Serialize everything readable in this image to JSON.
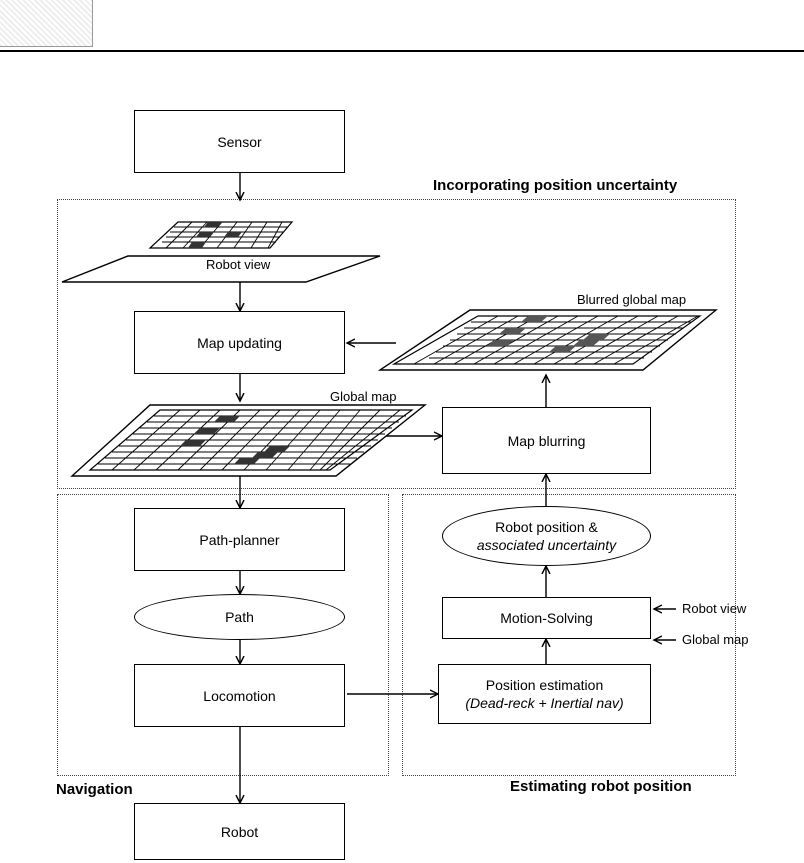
{
  "regions": {
    "uncertainty_title": "Incorporating position uncertainty",
    "navigation_title": "Navigation",
    "estimation_title": "Estimating robot position"
  },
  "boxes": {
    "sensor": "Sensor",
    "map_updating": "Map updating",
    "map_blurring": "Map blurring",
    "path_planner": "Path-planner",
    "path": "Path",
    "locomotion": "Locomotion",
    "robot": "Robot",
    "robot_position_line1": "Robot position &",
    "robot_position_line2": "associated uncertainty",
    "motion_solving": "Motion-Solving",
    "position_estimation_line1": "Position estimation",
    "position_estimation_line2": "(Dead-reck + Inertial nav)"
  },
  "labels": {
    "robot_view_map": "Robot view",
    "global_map": "Global map",
    "blurred_global_map": "Blurred global map",
    "input_robot_view": "Robot view",
    "input_global_map": "Global map"
  },
  "colors": {
    "line": "#000000",
    "grid_fill": "#ffffff",
    "occupied": "#333333"
  }
}
